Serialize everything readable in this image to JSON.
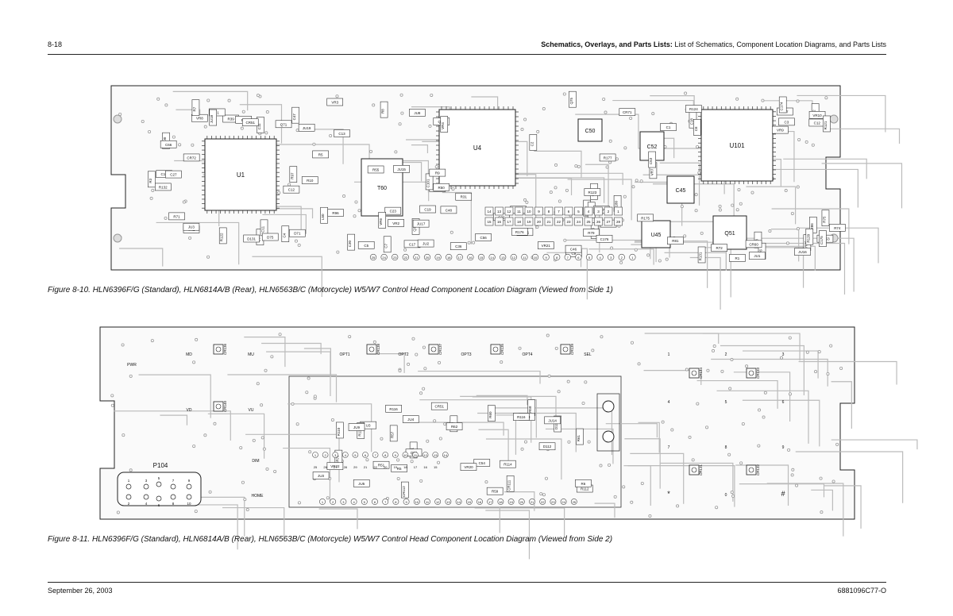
{
  "header": {
    "page_num": "8-18",
    "title_bold": "Schematics, Overlays, and Parts Lists:",
    "title_rest": " List of Schematics, Component Location Diagrams, and Parts Lists"
  },
  "footer": {
    "date": "September 26, 2003",
    "doc_num": "6881096C77-O"
  },
  "fig1": {
    "caption": "Figure 8-10. HLN6396F/G (Standard), HLN6814A/B (Rear), HLN6563B/C (Motorcycle) W5/W7 Control Head Component Location Diagram (Viewed from Side 1)",
    "chips": [
      "U1",
      "U4",
      "U101",
      "T60",
      "U45",
      "Q51",
      "C52",
      "C45",
      "C50"
    ],
    "labels": [
      "JU100",
      "R39",
      "R10",
      "C23",
      "C19",
      "C22",
      "C2",
      "C18",
      "C42",
      "R26",
      "C37",
      "C17",
      "C8",
      "C9",
      "C10",
      "C11",
      "C12",
      "C13",
      "C14",
      "C36",
      "C35",
      "C6",
      "C12",
      "R74",
      "C11",
      "C30",
      "R76",
      "R178",
      "R71",
      "L1",
      "JU19",
      "R96",
      "R50",
      "R73",
      "Q75",
      "CR71",
      "R77",
      "R75",
      "D75",
      "Q72",
      "R72",
      "R79",
      "CR72",
      "Q71",
      "D71",
      "JU15",
      "Q12",
      "C56",
      "C43",
      "R175",
      "VR9",
      "JU16",
      "D131",
      "JU17",
      "R131",
      "C61",
      "C66",
      "VR8",
      "L50",
      "R55",
      "JU8",
      "C48",
      "VR21",
      "C1",
      "VR10",
      "R86",
      "VR1",
      "VR2",
      "R81",
      "C176",
      "R7",
      "JU18",
      "C47",
      "VR6",
      "C101",
      "R181",
      "R180",
      "VR7",
      "C3",
      "CR53",
      "C4",
      "C5",
      "R1",
      "R2",
      "R3",
      "R4",
      "R97",
      "R8",
      "R9",
      "R176",
      "R177",
      "C53",
      "C174",
      "C175",
      "JU3",
      "JU2",
      "JU1",
      "JU7",
      "C27",
      "CR51",
      "R5",
      "VR3",
      "VR4",
      "R31",
      "R123",
      "R124",
      "R121",
      "R120",
      "R122",
      "C7",
      "CR60",
      "C46",
      "R132"
    ],
    "pins_top": [
      "14",
      "13",
      "12",
      "11",
      "10",
      "9",
      "8",
      "7",
      "6",
      "5",
      "4",
      "3",
      "2",
      "1"
    ],
    "pins_mid": [
      "15",
      "16",
      "17",
      "18",
      "19",
      "20",
      "21",
      "22",
      "23",
      "24",
      "25",
      "26",
      "27",
      "28"
    ],
    "pins_bot": [
      "25",
      "24",
      "23",
      "22",
      "21",
      "20",
      "19",
      "18",
      "17",
      "16",
      "15",
      "14",
      "13",
      "12",
      "11",
      "10",
      "9",
      "8",
      "7",
      "6",
      "5",
      "4",
      "3",
      "2",
      "1"
    ]
  },
  "fig2": {
    "caption": "Figure 8-11. HLN6396F/G (Standard), HLN6814A/B (Rear), HLN6563B/C (Motorcycle) W5/W7 Control Head Component Location Diagram (Viewed from Side 2)",
    "keys": [
      "PWR",
      "MD",
      "MU",
      "OPT1",
      "OPT2",
      "OPT3",
      "OPT4",
      "SEL",
      "VD",
      "VU",
      "DIM",
      "HOME"
    ],
    "leds": [
      "CR136",
      "CR138",
      "CR137",
      "CR135",
      "CR139",
      "CR140",
      "CR134",
      "CR133",
      "CR131",
      "CR132"
    ],
    "labels": [
      "R57",
      "C54",
      "R58",
      "U3",
      "C13",
      "R112",
      "R114",
      "D112",
      "R115",
      "R111",
      "R110",
      "R116",
      "D111",
      "R6",
      "JU4",
      "JU9",
      "R52",
      "Q50",
      "CR51",
      "CR76",
      "JU3",
      "R51",
      "JU5",
      "R5",
      "VR20",
      "VR22",
      "JU14",
      "CR111",
      "CR112",
      "R59",
      "R60",
      "R61",
      "R62",
      "R116"
    ],
    "connector": "P104",
    "keypad": [
      "1",
      "2",
      "3",
      "4",
      "5",
      "6",
      "7",
      "8",
      "9",
      "*",
      "0",
      "#"
    ],
    "pins_a": [
      "1",
      "2",
      "3",
      "4",
      "5",
      "6",
      "7",
      "8",
      "9",
      "10",
      "11",
      "12",
      "13",
      "14"
    ],
    "pins_b": [
      "25",
      "26",
      "27",
      "28",
      "29",
      "21",
      "22",
      "20",
      "19",
      "18",
      "17",
      "16",
      "15"
    ],
    "pins_c": [
      "1",
      "2",
      "3",
      "4",
      "5",
      "6",
      "7",
      "8",
      "9",
      "10",
      "11",
      "12",
      "13",
      "14",
      "15",
      "16",
      "17",
      "18",
      "19",
      "20",
      "21",
      "22",
      "23",
      "24",
      "25"
    ],
    "p104_pins": [
      "1",
      "3",
      "5",
      "7",
      "9",
      "2",
      "4",
      "6",
      "8",
      "10"
    ]
  }
}
